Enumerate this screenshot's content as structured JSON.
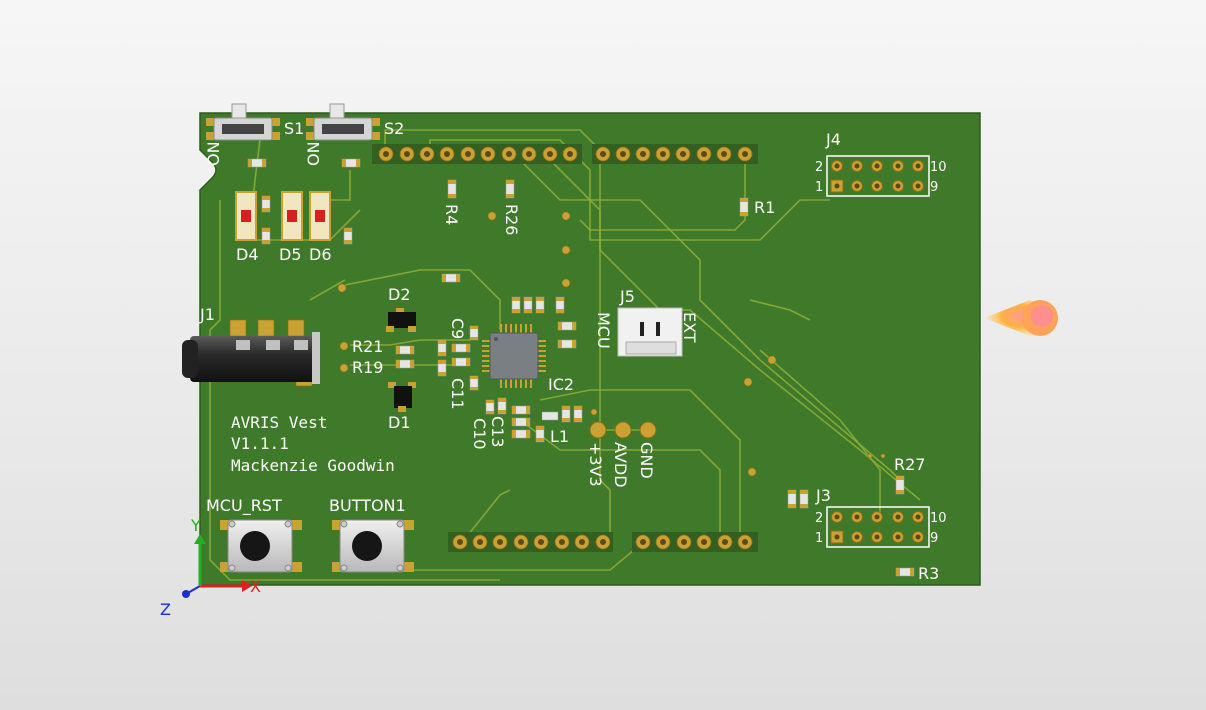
{
  "board": {
    "text_line1": "AVRIS Vest",
    "text_line2": "V1.1.1",
    "text_line3": "Mackenzie Goodwin",
    "board_color": "#3f7a2a",
    "silk_color": "#ffffff"
  },
  "components": {
    "s1": "S1",
    "s2": "S2",
    "on1": "ON",
    "on2": "ON",
    "j1": "J1",
    "j3": "J3",
    "j4": "J4",
    "j5": "J5",
    "d1": "D1",
    "d2": "D2",
    "d4": "D4",
    "d5": "D5",
    "d6": "D6",
    "r1": "R1",
    "r3": "R3",
    "r4": "R4",
    "r19": "R19",
    "r21": "R21",
    "r26": "R26",
    "r27": "R27",
    "c9": "C9",
    "c10": "C10",
    "c11": "C11",
    "c13": "C13",
    "ic2": "IC2",
    "l1": "L1",
    "mcu_rst": "MCU_RST",
    "button1": "BUTTON1",
    "mcu": "MCU",
    "ext": "EXT",
    "p3v3": "+3V3",
    "avdd": "AVDD",
    "gnd": "GND"
  },
  "header_pins": {
    "j4_top_left": "2",
    "j4_top_right": "10",
    "j4_bottom_left": "1",
    "j4_bottom_right": "9",
    "j3_top_left": "2",
    "j3_top_right": "10",
    "j3_bottom_left": "1",
    "j3_bottom_right": "9"
  },
  "axes": {
    "x": "X",
    "y": "Y",
    "z": "Z",
    "x_color": "#e02020",
    "y_color": "#20b020",
    "z_color": "#1a2fd0"
  }
}
